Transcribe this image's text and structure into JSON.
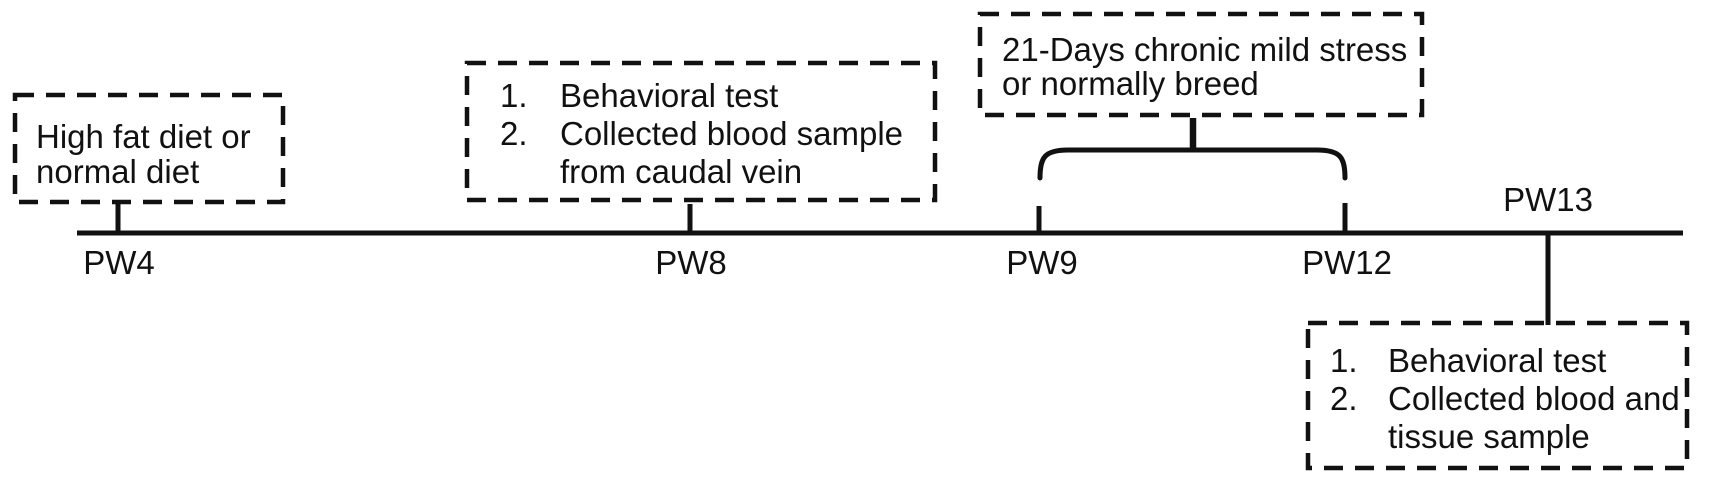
{
  "figure": {
    "description": "Experimental timeline diagram",
    "background_color": "#ffffff",
    "line_color": "#111111"
  },
  "timeline": {
    "ticks": [
      {
        "label": "PW4"
      },
      {
        "label": "PW8"
      },
      {
        "label": "PW9"
      },
      {
        "label": "PW12"
      },
      {
        "label": "PW13"
      }
    ]
  },
  "boxes": {
    "diet": {
      "text": "High fat diet or normal diet"
    },
    "pw8_events": {
      "items": [
        {
          "num": "1.",
          "text": "Behavioral test"
        },
        {
          "num": "2.",
          "text": "Collected blood sample from caudal vein"
        }
      ]
    },
    "stress": {
      "text": "21-Days chronic mild stress or normally breed"
    },
    "pw13_events": {
      "items": [
        {
          "num": "1.",
          "text": "Behavioral test"
        },
        {
          "num": "2.",
          "text": "Collected blood and tissue sample"
        }
      ]
    }
  }
}
